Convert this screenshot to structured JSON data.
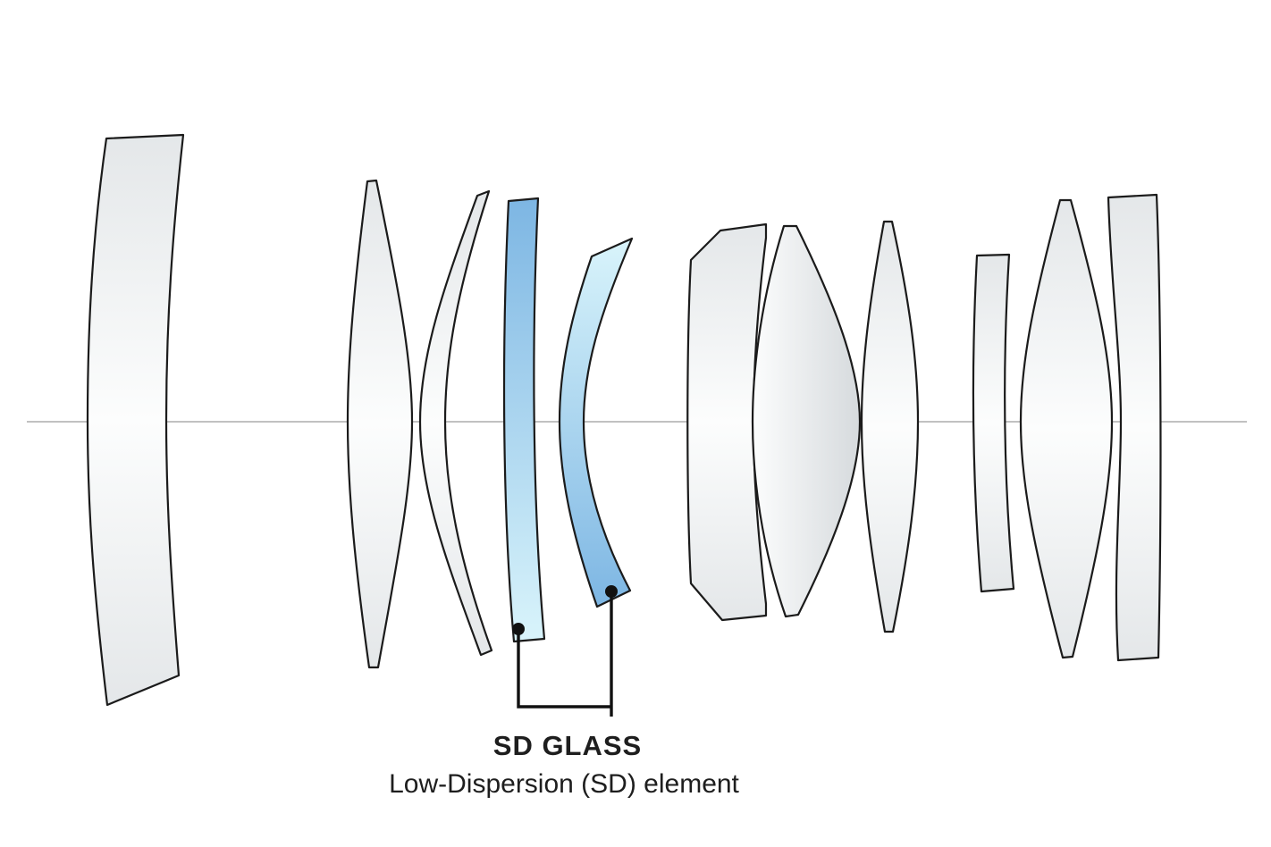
{
  "diagram": {
    "type": "optical-lens-cross-section",
    "callout": {
      "label": "SD GLASS",
      "sublabel": "Low-Dispersion (SD) element"
    },
    "elements": [
      {
        "id": "lens-element-1",
        "kind": "large negative meniscus",
        "highlighted": false
      },
      {
        "id": "lens-element-2",
        "kind": "biconvex",
        "highlighted": false
      },
      {
        "id": "lens-element-3",
        "kind": "crescent meniscus",
        "highlighted": false
      },
      {
        "id": "lens-element-4-sd-glass",
        "kind": "thin meniscus (SD glass)",
        "highlighted": true
      },
      {
        "id": "lens-element-5-sd-glass",
        "kind": "deep crescent (SD glass)",
        "highlighted": true
      },
      {
        "id": "lens-element-6",
        "kind": "notched doublet element",
        "highlighted": false
      },
      {
        "id": "lens-element-7",
        "kind": "large biconvex",
        "highlighted": false
      },
      {
        "id": "lens-element-8",
        "kind": "slim biconvex",
        "highlighted": false
      },
      {
        "id": "lens-element-9",
        "kind": "thin flat meniscus",
        "highlighted": false
      },
      {
        "id": "lens-element-10",
        "kind": "large biconvex",
        "highlighted": false
      },
      {
        "id": "lens-element-11",
        "kind": "rear meniscus",
        "highlighted": false
      }
    ]
  },
  "colors": {
    "background": "#ffffff",
    "outline": "#1b1b1b",
    "axis_line": "#9c9c9c",
    "glass_light": "#fcfdfd",
    "glass_shade": "#e4e7e9",
    "glass_shade_deep": "#d6dadd",
    "sd_blue_deep": "#7db6e3",
    "sd_blue_light": "#d9f4fb",
    "callout_color": "#111111",
    "label_color": "#1e1e1e"
  }
}
